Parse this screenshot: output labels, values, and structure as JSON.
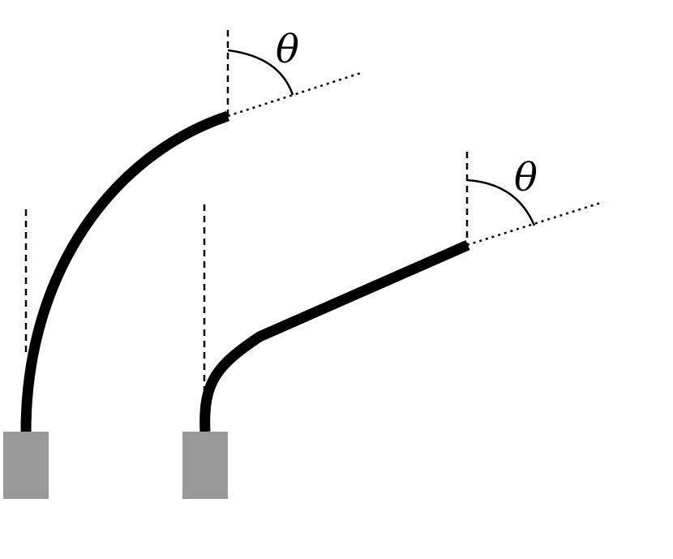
{
  "background_color": "#ffffff",
  "colors": {
    "rod": "#000000",
    "base": "#999999",
    "guide_line": "#000000"
  },
  "rods": [
    {
      "shape": "strongly curved",
      "angle_label": "θ"
    },
    {
      "shape": "mostly straight with bend near base",
      "angle_label": "θ"
    }
  ]
}
